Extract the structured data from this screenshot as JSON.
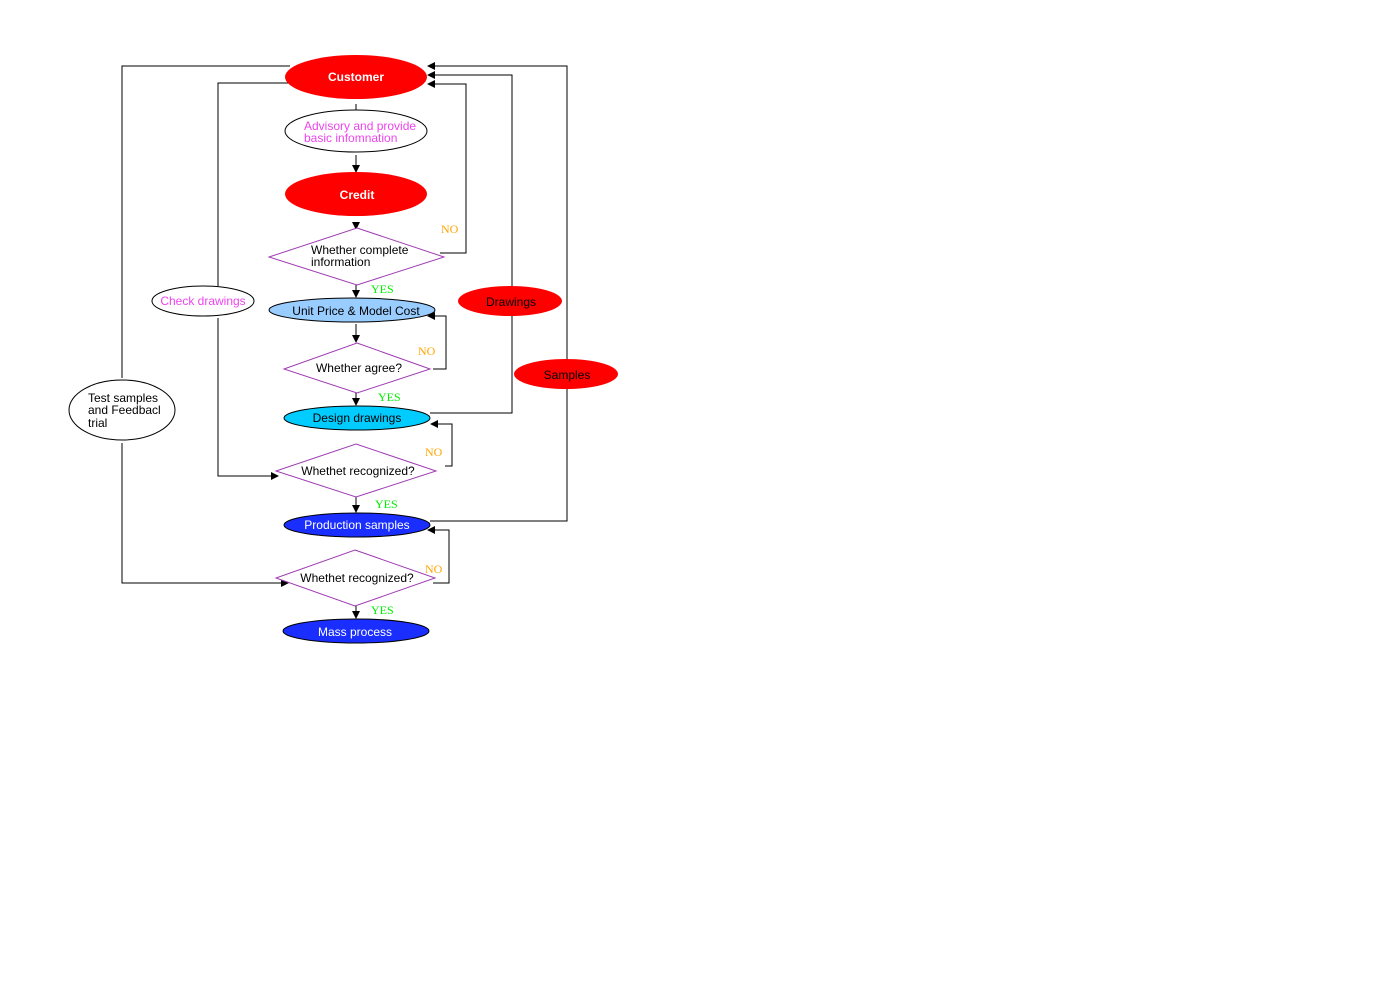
{
  "nodes": {
    "customer": "Customer",
    "advisory": [
      "Advisory and provide",
      "basic infomnation"
    ],
    "credit": "Credit",
    "complete_info": [
      "Whether complete",
      "information"
    ],
    "unit_price": "Unit Price & Model Cost",
    "check_drawings": "Check drawings",
    "drawings": "Drawings",
    "agree": "Whether agree?",
    "design_drawings": "Design drawings",
    "recognized_1": "Whethet recognized?",
    "samples": "Samples",
    "production_samples": "Production samples",
    "recognized_2": "Whethet recognized?",
    "mass_process": "Mass process",
    "test_samples": [
      "Test samples",
      "and Feedbacl",
      "trial"
    ]
  },
  "labels": {
    "yes": "YES",
    "no": "NO"
  },
  "colors": {
    "red": "#ff0000",
    "light_blue": "#99ccff",
    "cyan": "#00ccff",
    "blue": "#1a2eff",
    "magenta_text": "#ee44ee",
    "yes_green": "#00ee00",
    "no_orange": "#ffa500"
  }
}
